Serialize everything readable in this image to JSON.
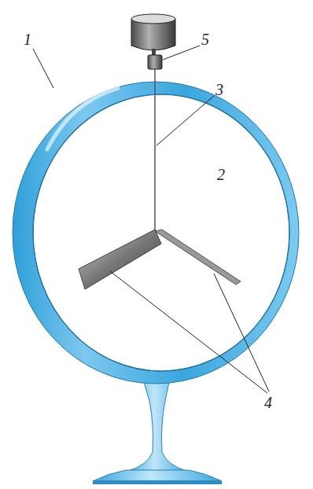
{
  "diagram": {
    "labels": [
      "1",
      "5",
      "3",
      "2",
      "4"
    ]
  }
}
